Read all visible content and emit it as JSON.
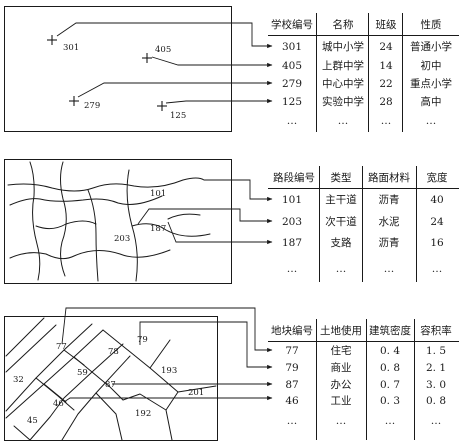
{
  "schools": {
    "headers": [
      "学校编号",
      "名称",
      "班级",
      "性质"
    ],
    "rows": [
      [
        "301",
        "城中小学",
        "24",
        "普通小学"
      ],
      [
        "405",
        "上群中学",
        "14",
        "初中"
      ],
      [
        "279",
        "中心中学",
        "22",
        "重点小学"
      ],
      [
        "125",
        "实验中学",
        "28",
        "高中"
      ],
      [
        "…",
        "…",
        "…",
        "…"
      ]
    ],
    "point_labels": [
      "301",
      "405",
      "279",
      "125"
    ]
  },
  "roads": {
    "headers": [
      "路段编号",
      "类型",
      "路面材料",
      "宽度"
    ],
    "rows": [
      [
        "101",
        "主干道",
        "沥青",
        "40"
      ],
      [
        "203",
        "次干道",
        "水泥",
        "24"
      ],
      [
        "187",
        "支路",
        "沥青",
        "16"
      ],
      [
        "…",
        "…",
        "…",
        "…"
      ]
    ],
    "segment_labels": [
      "101",
      "203",
      "187"
    ]
  },
  "parcels": {
    "headers": [
      "地块编号",
      "土地使用",
      "建筑密度",
      "容积率"
    ],
    "rows": [
      [
        "77",
        "住宅",
        "0. 4",
        "1. 5"
      ],
      [
        "79",
        "商业",
        "0. 8",
        "2. 1"
      ],
      [
        "87",
        "办公",
        "0. 7",
        "3. 0"
      ],
      [
        "46",
        "工业",
        "0. 3",
        "0. 8"
      ],
      [
        "…",
        "…",
        "…",
        "…"
      ]
    ],
    "parcel_labels": [
      "77",
      "79",
      "78",
      "32",
      "59",
      "193",
      "87",
      "201",
      "46",
      "192",
      "45"
    ]
  }
}
